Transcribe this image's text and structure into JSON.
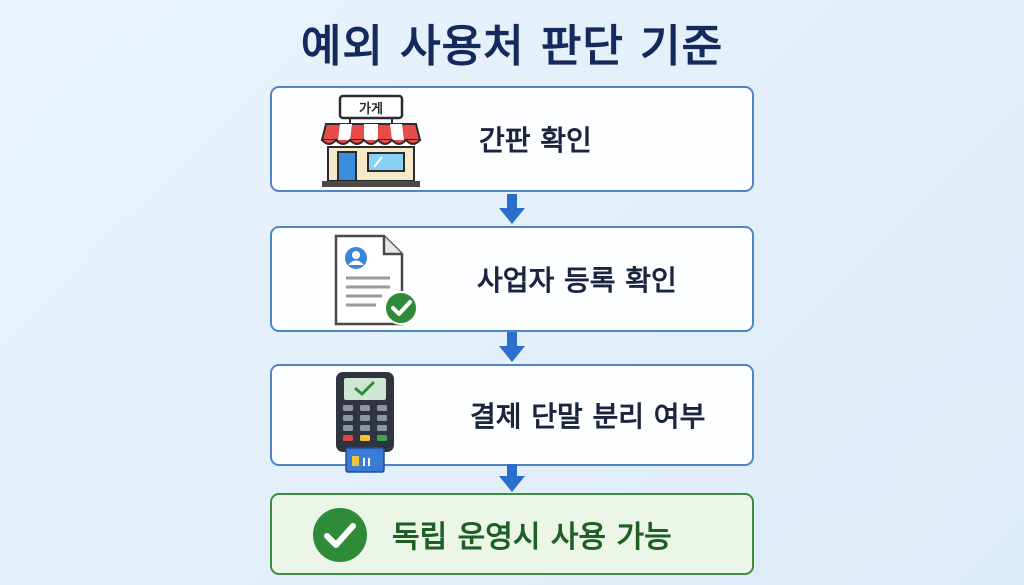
{
  "title": "예외 사용처 판단 기준",
  "steps": [
    {
      "label": "간판 확인",
      "icon": "storefront-icon",
      "sign_text": "가게"
    },
    {
      "label": "사업자 등록 확인",
      "icon": "document-check-icon"
    },
    {
      "label": "결제 단말 분리 여부",
      "icon": "payment-terminal-icon"
    }
  ],
  "result": {
    "label": "독립 운영시 사용 가능",
    "icon": "check-circle-icon"
  },
  "colors": {
    "title": "#142a5c",
    "step_border": "#4f84c6",
    "arrow": "#2a6fcc",
    "result_border": "#3e8c40",
    "result_bg": "#ebf6e9",
    "check": "#2e8b3a"
  }
}
